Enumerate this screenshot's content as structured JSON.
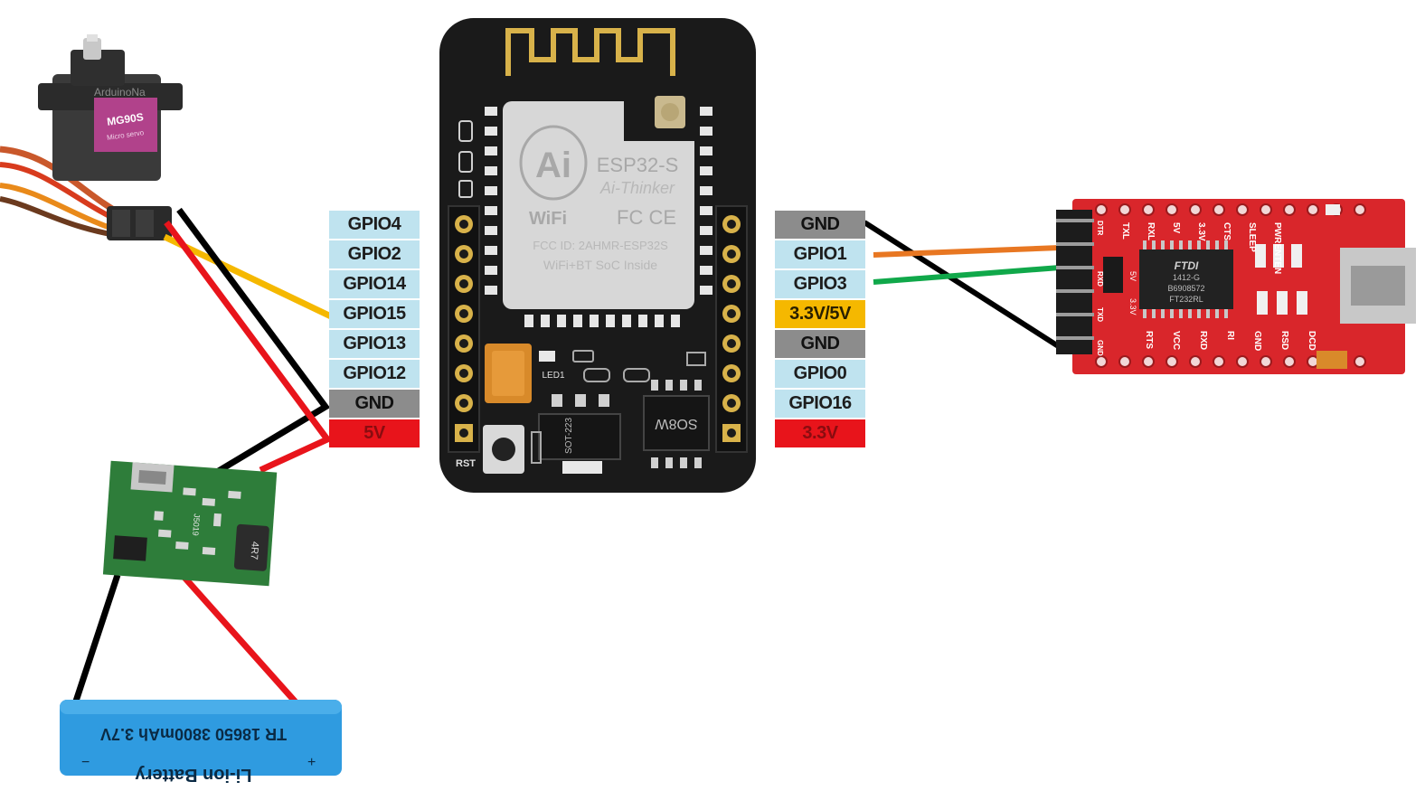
{
  "servo": {
    "brand_text": "MG90S",
    "sub_text": "Micro servo",
    "watermark": "ArduinoNa"
  },
  "esp32": {
    "module_name": "ESP32-S",
    "maker": "Ai-Thinker",
    "logo": "Ai",
    "fcc_line": "FCC ID: 2AHMR-ESP32S",
    "soc_line": "WiFi+BT SoC Inside",
    "wifi_text": "WiFi",
    "cert_text": "FC CE",
    "led_label": "LED1",
    "rst_label": "RST",
    "reg_label": "SOT-223",
    "chip_label": "SO8W"
  },
  "left_pins": [
    "GPIO4",
    "GPIO2",
    "GPIO14",
    "GPIO15",
    "GPIO13",
    "GPIO12",
    "GND",
    "5V"
  ],
  "right_pins": [
    "GND",
    "GPIO1",
    "GPIO3",
    "3.3V/5V",
    "GND",
    "GPIO0",
    "GPIO16",
    "3.3V"
  ],
  "ftdi": {
    "top_pins": [
      "TXL",
      "RXL",
      "5V",
      "3.3V",
      "CTS",
      "SLEEP",
      "PWRENTEN"
    ],
    "bottom_pins": [
      "RTS",
      "VCC",
      "RXD",
      "RI",
      "GND",
      "RSD",
      "DCD"
    ],
    "side_pins": [
      "DTR",
      "RXD",
      "TXD",
      "GND"
    ],
    "jumper_labels": [
      "5V",
      "3.3V"
    ],
    "chip_lines": [
      "FTDI",
      "1412-G",
      "B6908572",
      "FT232RL"
    ]
  },
  "charger": {
    "label": "J5019",
    "inductor": "4R7"
  },
  "battery": {
    "text": "TR 18650 3800mAh 3.7V",
    "brand": "Li-ion Battery",
    "minus": "−",
    "plus": "+"
  },
  "colors": {
    "wire_black": "#000000",
    "wire_red": "#e8141b",
    "wire_yellow": "#f5b800",
    "wire_orange": "#e87722",
    "wire_green": "#10a84a",
    "pin_blue": "#bfe3ef",
    "pin_gray": "#8c8c8c",
    "pin_red": "#e8141b",
    "pin_yellow": "#f5b800",
    "esp_board": "#1a1a1a",
    "gold": "#d8b24a",
    "ftdi_board": "#d9262b",
    "charger_board": "#2e7d3a",
    "battery": "#2f9be0"
  }
}
